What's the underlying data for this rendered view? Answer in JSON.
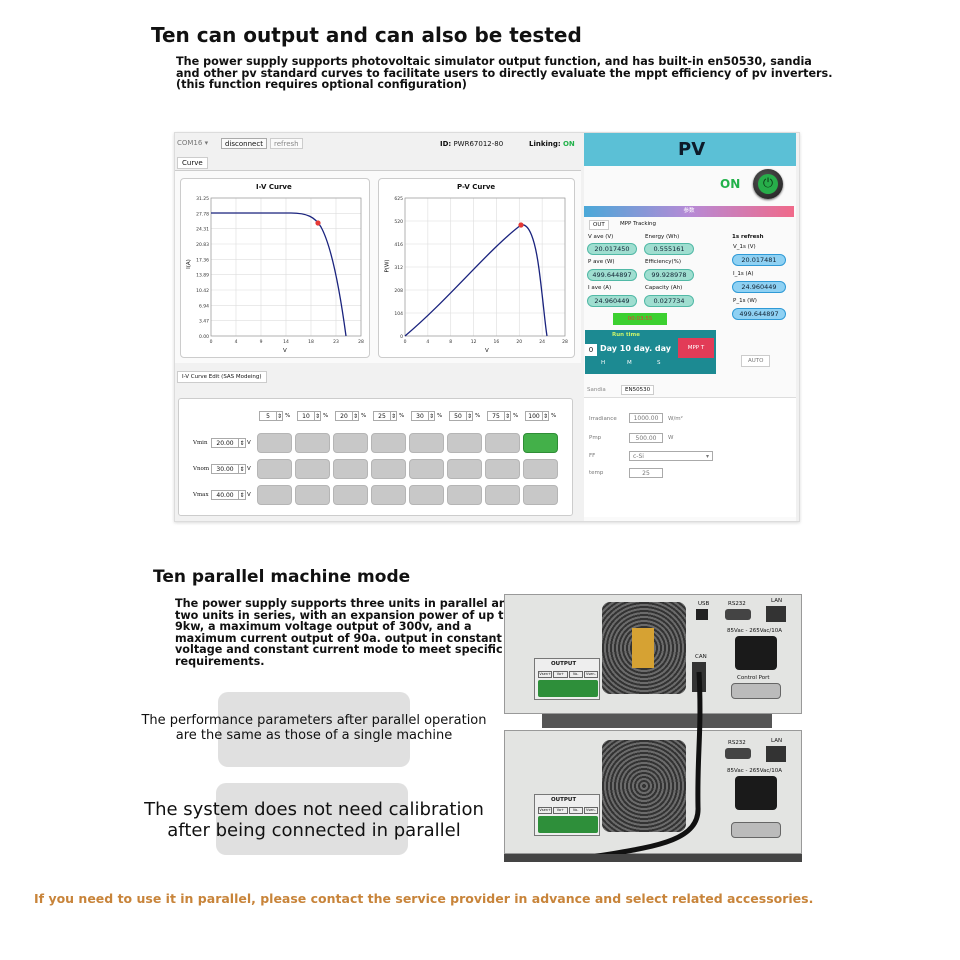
{
  "section1": {
    "title": "Ten can output and can also be tested",
    "desc_lines": [
      "The power supply supports photovoltaic simulator output function, and has built-in en50530, sandia",
      "and other pv standard curves to facilitate users to directly evaluate the mppt efficiency of pv inverters.",
      "(this function requires optional configuration)"
    ]
  },
  "app": {
    "toolbar": {
      "port": "COM16",
      "disconnect": "disconnect",
      "refresh": "refresh",
      "id_label": "ID:",
      "id_value": "PWR67012-80",
      "linking_label": "Linking:",
      "linking_value": "ON"
    },
    "tab_curve": "Curve",
    "iv_chart": {
      "title": "I-V Curve",
      "ylabel": "I(A)",
      "xlabel": "V",
      "y_ticks": [
        "31.25",
        "27.78",
        "24.31",
        "20.83",
        "17.36",
        "13.89",
        "10.42",
        "6.94",
        "3.47",
        "0.00"
      ],
      "x_ticks": [
        "0",
        "4",
        "9",
        "14",
        "18",
        "23",
        "28"
      ]
    },
    "pv_chart": {
      "title": "P-V Curve",
      "ylabel": "P(W)",
      "xlabel": "V",
      "y_ticks": [
        "625",
        "520",
        "416",
        "312",
        "208",
        "104",
        "0"
      ],
      "x_ticks": [
        "0",
        "4",
        "8",
        "12",
        "16",
        "20",
        "24",
        "28"
      ]
    },
    "edit_tab": "I-V Curve Edit (SAS Modeing)",
    "percent_values": [
      "5",
      "10",
      "20",
      "25",
      "30",
      "50",
      "75",
      "100"
    ],
    "percent_unit": "%",
    "vmin_label": "Vmin",
    "vmin_value": "20.00",
    "vnom_label": "Vnom",
    "vnom_value": "30.00",
    "vmax_label": "Vmax",
    "vmax_value": "40.00",
    "unit_v": "V",
    "pv_header": "PV",
    "on_text": "ON",
    "param_bar": "参数",
    "tab_out": "OUT",
    "tab_mpp": "MPP Tracking",
    "v_ave_label": "V ave (V)",
    "v_ave_value": "20.017450",
    "energy_label": "Energy (Wh)",
    "energy_value": "0.555161",
    "p_ave_label": "P ave (W)",
    "p_ave_value": "499.644897",
    "eff_label": "Efficiency(%)",
    "eff_value": "99.928978",
    "i_ave_label": "I ave (A)",
    "i_ave_value": "24.960449",
    "cap_label": "Capacity (Ah)",
    "cap_value": "0.027734",
    "timer_value": "00:03:55",
    "refresh_label": "1s refresh",
    "v1s_label": "V_1s (V)",
    "v1s_value": "20.017481",
    "i1s_label": "I_1s (A)",
    "i1s_value": "24.960449",
    "p1s_label": "P_1s (W)",
    "p1s_value": "499.644897",
    "run_time_label": "Run time",
    "run_zero": "0",
    "run_day": "Day 10 day. day",
    "run_units": [
      "H",
      "M",
      "S"
    ],
    "mppt_button": "MPP T",
    "auto_button": "AUTO",
    "tab_sandia": "Sandia",
    "tab_en50530": "EN50530",
    "irr_label": "Irradiance",
    "irr_value": "1000.00",
    "irr_unit": "W/m²",
    "pmp_label": "Pmp",
    "pmp_value": "500.00",
    "pmp_unit": "W",
    "ff_label": "FF",
    "ff_value": "c-Si",
    "temp_label": "temp",
    "temp_value": "25"
  },
  "section2": {
    "title": "Ten parallel machine mode",
    "desc_lines": [
      "The power supply supports three units in parallel and",
      "two units in series, with an expansion power of up to",
      "9kw, a maximum voltage output of 300v, and a",
      "maximum current output of 90a. output in constant",
      "voltage and constant current mode to meet specific test",
      "requirements."
    ],
    "box1_lines": [
      "The performance parameters after parallel operation",
      "are the same as those of a single machine"
    ],
    "box2_lines": [
      "The system does not need calibration",
      "after being connected in parallel"
    ]
  },
  "hardware": {
    "usb": "USB",
    "rs232": "RS232",
    "lan": "LAN",
    "can": "CAN",
    "power_spec": "85Vac - 265Vac/10A",
    "control_port": "Control Port",
    "output_label": "OUTPUT",
    "terminal_labels": [
      "Vsen+",
      "Vo+",
      "Vo-",
      "Vsen-"
    ]
  },
  "footer_note": "If you need to use it in parallel, please contact the service provider in advance and select related accessories.",
  "colors": {
    "on_green": "#23b24b",
    "pv_header": "#5bc0d6",
    "run_time_bg": "#1c8a92",
    "mppt_red": "#e23b57",
    "footer": "#c8843a"
  }
}
